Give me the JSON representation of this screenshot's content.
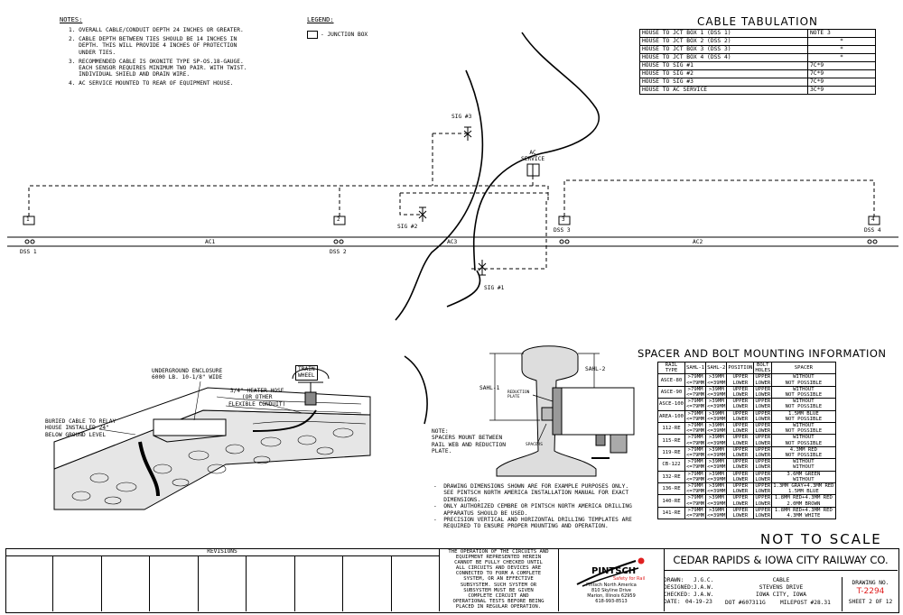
{
  "notes": {
    "title": "NOTES:",
    "items": [
      "1. OVERALL CABLE/CONDUIT DEPTH 24 INCHES OR GREATER.",
      "2. CABLE DEPTH BETWEEN TIES SHOULD BE 14 INCHES IN\n   DEPTH. THIS WILL PROVIDE 4 INCHES OF PROTECTION\n   UNDER TIES.",
      "3. RECOMMENDED CABLE IS OKONITE TYPE SP-OS.18-GAUGE.\n   EACH SENSOR REQUIRES MINIMUM TWO PAIR. WITH TWIST.\n   INDIVIDUAL SHIELD AND DRAIN WIRE.",
      "4. AC SERVICE MOUNTED TO REAR OF EQUIPMENT HOUSE."
    ]
  },
  "legend": {
    "title": "LEGEND:",
    "junction_box": "- JUNCTION BOX"
  },
  "cable_tabulation": {
    "title": "CABLE TABULATION",
    "rows": [
      [
        "HOUSE TO JCT BOX 1 (DSS 1)",
        "NOTE 3"
      ],
      [
        "HOUSE TO JCT BOX 2 (DSS 2)",
        "*"
      ],
      [
        "HOUSE TO JCT BOX 3 (DSS 3)",
        "*"
      ],
      [
        "HOUSE TO JCT BOX 4 (DSS 4)",
        "*"
      ],
      [
        "HOUSE TO SIG #1",
        "7C*9"
      ],
      [
        "HOUSE TO SIG #2",
        "7C*9"
      ],
      [
        "HOUSE TO SIG #3",
        "7C*9"
      ],
      [
        "HOUSE TO AC SERVICE",
        "3C*9"
      ]
    ]
  },
  "plan": {
    "sig3": "SIG #3",
    "sig2": "SIG #2",
    "sig1": "SIG #1",
    "ac_service": "AC\nSERVICE",
    "jb": [
      "1",
      "2",
      "3",
      "4"
    ],
    "dss": [
      "DSS 1",
      "DSS 2",
      "DSS 3",
      "DSS 4"
    ],
    "ac_labels": [
      "AC1",
      "AC3",
      "AC2"
    ]
  },
  "detail_left": {
    "enclosure": "UNDERGROUND ENCLOSURE\n6000 LB. 10-1/8\" WIDE",
    "train_wheel": "TRAIN\nWHEEL",
    "heater_hose": "3/4\" HEATER HOSE\n(OR OTHER\nFLEXIBLE CONDUIT)",
    "buried_cable": "BURIED CABLE TO RELAY\nHOUSE INSTALLED 24\"\nBELOW GROUND LEVEL"
  },
  "detail_right": {
    "sahl1": "SAHL-1",
    "sahl2": "SAHL-2",
    "reduction_plate": "REDUCTION\nPLATE",
    "spacers": "SPACERS",
    "note": "NOTE:\nSPACERS MOUNT BETWEEN\nRAIL WEB AND REDUCTION\nPLATE."
  },
  "spacer": {
    "title": "SPACER AND BOLT MOUNTING INFORMATION",
    "headers": [
      "RAIL\nTYPE",
      "SAHL-1",
      "SAHL-2",
      "POSITION",
      "BOLT\nHOLES",
      "SPACER"
    ],
    "rows": [
      [
        "ASCE-80",
        ">79MM\n<=79MM",
        ">39MM\n<=39MM",
        "UPPER\nLOWER",
        "UPPER\nLOWER",
        "WITHOUT\nNOT POSSIBLE"
      ],
      [
        "ASCE-90",
        ">79MM\n<=79MM",
        ">39MM\n<=39MM",
        "UPPER\nLOWER",
        "UPPER\nLOWER",
        "WITHOUT\nNOT POSSIBLE"
      ],
      [
        "ASCE-100",
        ">79MM\n<=79MM",
        ">39MM\n<=39MM",
        "UPPER\nLOWER",
        "UPPER\nLOWER",
        "WITHOUT\nNOT POSSIBLE"
      ],
      [
        "AREA-100",
        ">79MM\n<=79MM",
        ">39MM\n<=39MM",
        "UPPER\nLOWER",
        "UPPER\nLOWER",
        "1.5MM BLUE\nNOT POSSIBLE"
      ],
      [
        "112-RE",
        ">79MM\n<=79MM",
        ">39MM\n<=39MM",
        "UPPER\nLOWER",
        "UPPER\nLOWER",
        "WITHOUT\nNOT POSSIBLE"
      ],
      [
        "115-RE",
        ">79MM\n<=79MM",
        ">39MM\n<=39MM",
        "UPPER\nLOWER",
        "UPPER\nLOWER",
        "WITHOUT\nNOT POSSIBLE"
      ],
      [
        "119-RE",
        ">79MM\n<=79MM",
        ">39MM\n<=39MM",
        "UPPER\nLOWER",
        "UPPER\nLOWER",
        "4.3MM RED\nNOT POSSIBLE"
      ],
      [
        "CB-122",
        ">79MM\n<=79MM",
        ">39MM\n<=39MM",
        "UPPER\nLOWER",
        "UPPER\nLOWER",
        "WITHOUT\nWITHOUT"
      ],
      [
        "132-RE",
        ">79MM\n<=79MM",
        ">39MM\n<=39MM",
        "UPPER\nLOWER",
        "UPPER\nLOWER",
        "3.6MM GREEN\nWITHOUT"
      ],
      [
        "136-RE",
        ">79MM\n<=79MM",
        ">39MM\n<=39MM",
        "UPPER\nLOWER",
        "UPPER\nLOWER",
        "1.3MM GRAY+4.3MM RED\n1.5MM BLUE"
      ],
      [
        "140-RE",
        ">79MM\n<=79MM",
        ">39MM\n<=39MM",
        "UPPER\nLOWER",
        "UPPER\nLOWER",
        "1.8MM RED+4.3MM RED\n2.0MM BROWN"
      ],
      [
        "141-RE",
        ">79MM\n<=79MM",
        ">39MM\n<=39MM",
        "UPPER\nLOWER",
        "UPPER\nLOWER",
        "1.8MM RED+4.3MM RED\n4.3MM WHITE"
      ]
    ]
  },
  "bullets": [
    "DRAWING DIMENSIONS SHOWN ARE FOR EXAMPLE PURPOSES ONLY.\nSEE PINTSCH NORTH AMERICA INSTALLATION MANUAL FOR EXACT\nDIMENSIONS.",
    "ONLY AUTHORIZED CEMBRE OR PINTSCH NORTH AMERICA DRILLING\nAPPARATUS SHOULD BE USED.",
    "PRECISION VERTICAL AND HORIZONTAL DRILLING TEMPLATES ARE\nREQUIRED TO ENSURE PROPER MOUNTING AND OPERATION."
  ],
  "not_to_scale": "NOT TO SCALE",
  "title_block": {
    "revisions": "REVISIONS",
    "disclaimer": "THE OPERATION OF THE CIRCUITS AND\nEQUIPMENT REPRESENTED HEREIN\nCANNOT BE FULLY CHECKED UNTIL\nALL CIRCUITS AND DEVICES ARE\nCONNECTED TO FORM A COMPLETE\nSYSTEM, OR AN EFFECTIVE\nSUBSYSTEM. SUCH SYSTEM OR\nSUBSYSTEM MUST BE GIVEN\nCOMPLETE CIRCUIT AND\nOPERATIONAL TESTS BEFORE BEING\nPLACED IN REGULAR OPERATION.",
    "logo_name": "PINTSCH",
    "logo_tag": "Safety for Rail",
    "company_addr": "Pintsch North America\n810 Skyline Drive\nMarion, Illinois 62959\n618-993-8513",
    "railway": "CEDAR RAPIDS & IOWA CITY RAILWAY CO.",
    "drawn_label": "DRAWN:",
    "drawn": "J.G.C.",
    "designed_label": "DESIGNED:",
    "designed": "J.A.W.",
    "checked_label": "CHECKED:",
    "checked": "J.A.W.",
    "date_label": "DATE:",
    "date": "04-19-23",
    "desc": "CABLE\nSTEVENS DRIVE\nIOWA CITY, IOWA",
    "dot": "DOT #607311G",
    "milepost": "MILEPOST #28.31",
    "drawing_no_label": "DRAWING NO.",
    "drawing_no": "T-2294",
    "sheet": "SHEET 2 OF 12",
    "accent": "#e02020"
  }
}
